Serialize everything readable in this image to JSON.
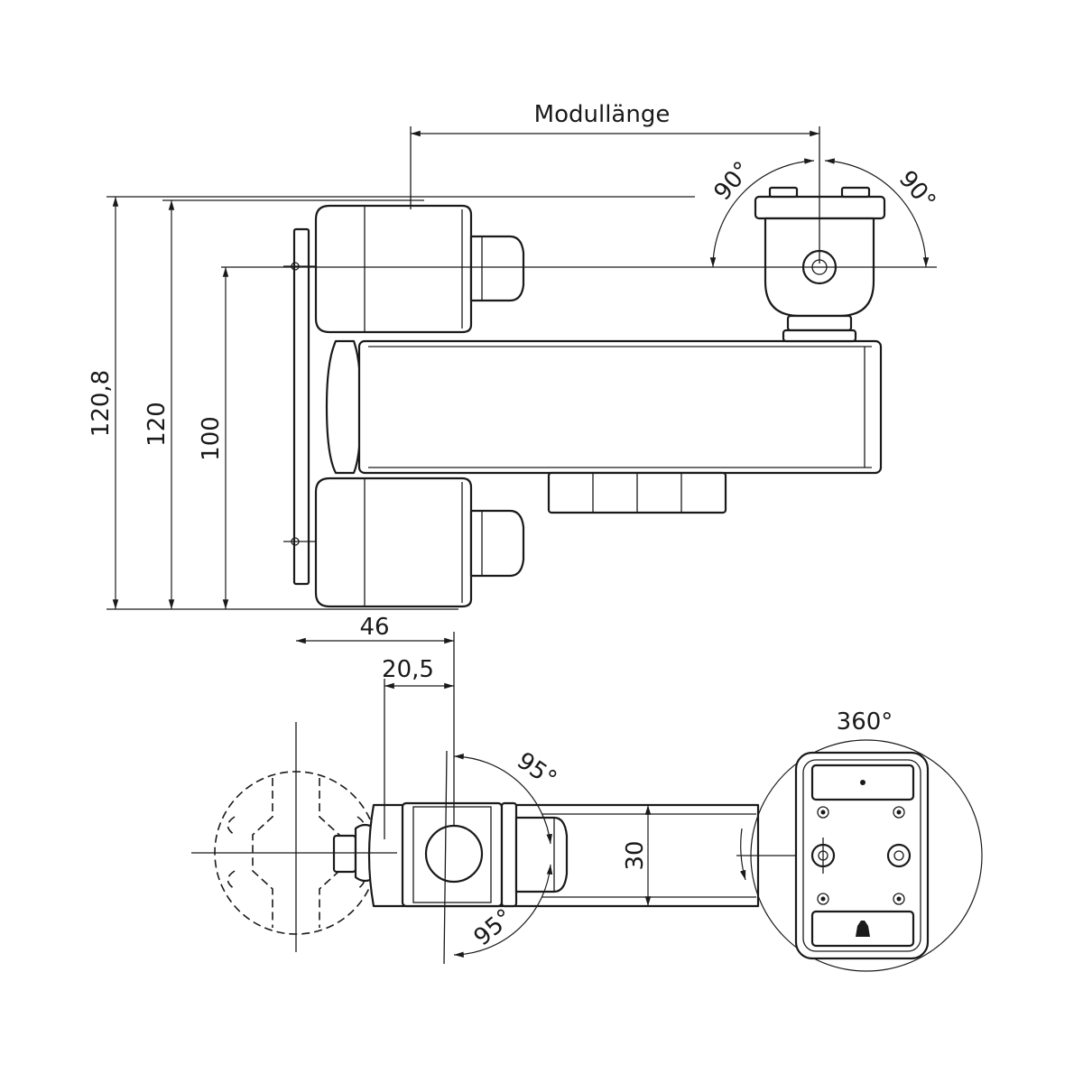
{
  "top_view": {
    "module_length_label": "Modullänge",
    "angle_left": "90°",
    "angle_right": "90°",
    "dim_total_height": "120,8",
    "dim_height": "120",
    "dim_pitch": "100"
  },
  "side_view": {
    "dim_width": "46",
    "dim_offset": "20,5",
    "angle_upper": "95°",
    "angle_lower": "95°",
    "dim_arm_height": "30",
    "rotation_label": "360°"
  }
}
